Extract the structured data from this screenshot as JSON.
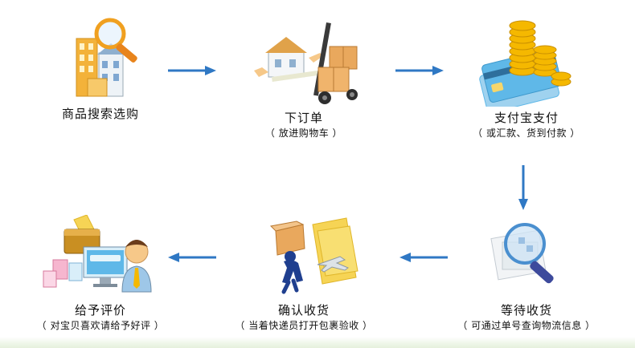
{
  "steps": [
    {
      "title": "商品搜索选购",
      "subtitle": ""
    },
    {
      "title": "下订单",
      "subtitle": "（ 放进购物车 ）"
    },
    {
      "title": "支付宝支付",
      "subtitle": "（ 或汇款、货到付款 ）"
    },
    {
      "title": "等待收货",
      "subtitle": "（ 可通过单号查询物流信息 ）"
    },
    {
      "title": "确认收货",
      "subtitle": "（ 当着快递员打开包裹验收 ）"
    },
    {
      "title": "给予评价",
      "subtitle": "（ 对宝贝喜欢请给予好评 ）"
    }
  ],
  "colors": {
    "arrow": "#2f78c4",
    "gold": "#f5b800",
    "box": "#e9a85d",
    "card": "#5fb8e8"
  },
  "icons": [
    "buildings-magnifier-icon",
    "house-hand-truck-icon",
    "coins-card-icon",
    "magnifier-map-icon",
    "courier-plane-icon",
    "shopper-computer-icon"
  ]
}
